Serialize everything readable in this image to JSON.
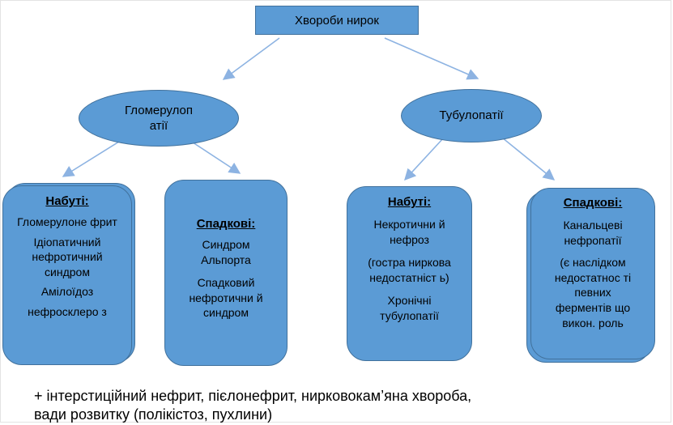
{
  "diagram": {
    "root": "Хвороби нирок",
    "groups": [
      {
        "label_lines": [
          "Гломерулоп",
          "атії"
        ],
        "cards": [
          {
            "heading": "Набуті:",
            "items": [
              "Гломерулоне фрит",
              "Ідіопатичний нефротичний синдром",
              "Амілоїдоз",
              "нефросклеро з"
            ]
          },
          {
            "heading": "Спадкові:",
            "items": [
              "Синдром Альпорта",
              "Спадковий нефротични й синдром"
            ]
          }
        ]
      },
      {
        "label_lines": [
          "Тубулопатії"
        ],
        "cards": [
          {
            "heading": "Набуті:",
            "items": [
              "Некротични й нефроз",
              "(гостра ниркова недостатніст ь)",
              "Хронічні тубулопатії"
            ]
          },
          {
            "heading": "Спадкові:",
            "items": [
              "Канальцеві нефропатії",
              "(є наслідком недостатнос ті певних ферментів що викон. роль"
            ]
          }
        ]
      }
    ],
    "footnote_lines": [
      "+ інтерстиційний нефрит, пієлонефрит, нирковокам’яна хвороба,",
      "вади розвитку (полікістоз, пухлини)"
    ]
  },
  "colors": {
    "node_fill": "#5b9bd5",
    "node_border": "#41719c",
    "arrow": "#8db3e2"
  }
}
